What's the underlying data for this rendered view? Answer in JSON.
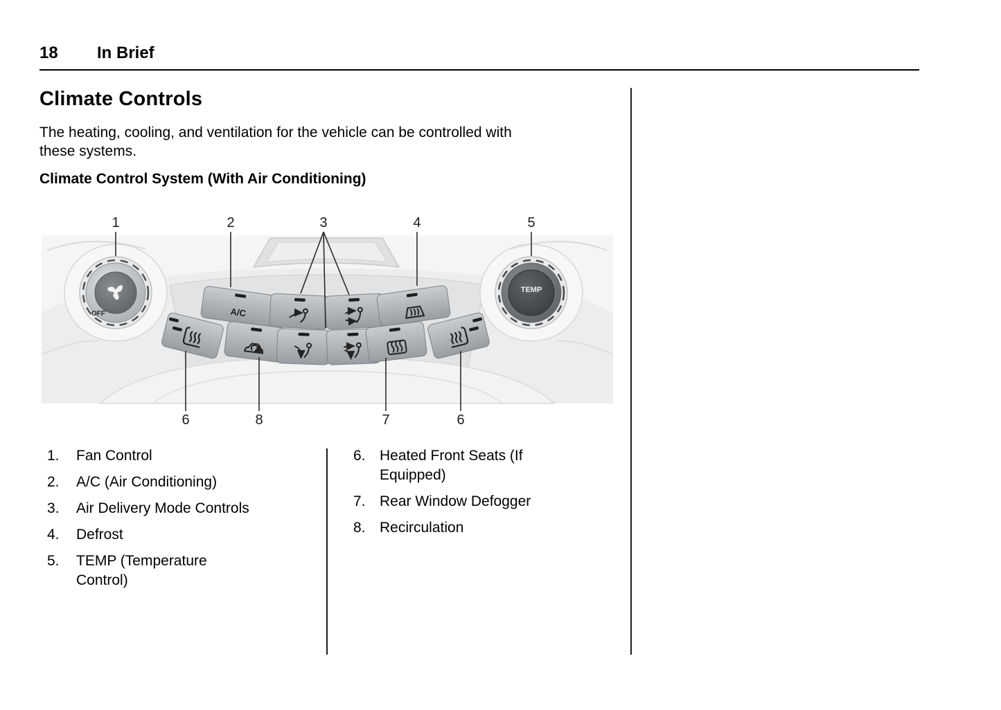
{
  "page": {
    "number": "18",
    "section": "In Brief"
  },
  "article": {
    "title": "Climate Controls",
    "intro_line1": "The heating, cooling, and ventilation for the vehicle can be controlled with",
    "intro_line2": "these systems.",
    "subheading": "Climate Control System (With Air Conditioning)"
  },
  "figure": {
    "panel_labels": {
      "ac_button": "A/C",
      "fan_off": "OFF",
      "temp_knob": "TEMP"
    },
    "callouts_top": [
      "1",
      "2",
      "3",
      "4",
      "5"
    ],
    "callouts_bottom": [
      "6",
      "8",
      "7",
      "6"
    ],
    "colors": {
      "panel_bg": "#ecedee",
      "button_edge": "#7d8286",
      "indicator": "#1e1e1e",
      "callout_line": "#2b2b2b"
    }
  },
  "legend": {
    "left_column": [
      {
        "num": "1.",
        "label": "Fan Control"
      },
      {
        "num": "2.",
        "label": "A/C (Air Conditioning)"
      },
      {
        "num": "3.",
        "label": "Air Delivery Mode Controls"
      },
      {
        "num": "4.",
        "label": "Defrost"
      },
      {
        "num": "5.",
        "label": "TEMP (Temperature Control)"
      }
    ],
    "right_column": [
      {
        "num": "6.",
        "label": "Heated Front Seats (If Equipped)"
      },
      {
        "num": "7.",
        "label": "Rear Window Defogger"
      },
      {
        "num": "8.",
        "label": "Recirculation"
      }
    ]
  }
}
